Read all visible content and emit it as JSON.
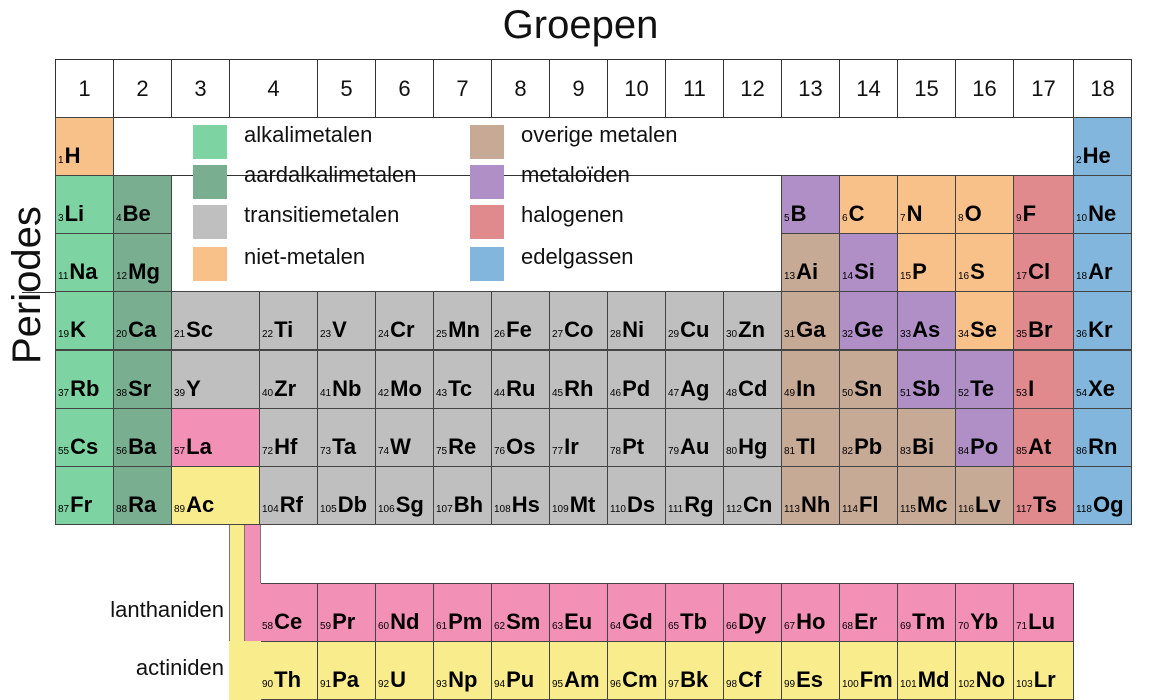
{
  "title": "Groepen",
  "ylabel": "Periodes",
  "groups": [
    "1",
    "2",
    "3",
    "4",
    "5",
    "6",
    "7",
    "8",
    "9",
    "10",
    "11",
    "12",
    "13",
    "14",
    "15",
    "16",
    "17",
    "18"
  ],
  "colors": {
    "alkali": "#7dd3a1",
    "alkaline": "#7aae91",
    "transition": "#bfbfbf",
    "nonmetal": "#f9c18a",
    "other": "#c6aa96",
    "metalloid": "#b08fc6",
    "halogen": "#e08a8e",
    "noble": "#82b6dc",
    "lanthanide": "#f390b6",
    "actinide": "#f9ec8c"
  },
  "legend": [
    {
      "key": "alkali",
      "label": "alkalimetalen"
    },
    {
      "key": "alkaline",
      "label": "aardalkalimetalen"
    },
    {
      "key": "transition",
      "label": "transitiemetalen"
    },
    {
      "key": "nonmetal",
      "label": "niet-metalen"
    },
    {
      "key": "other",
      "label": "overige metalen"
    },
    {
      "key": "metalloid",
      "label": "metaloïden"
    },
    {
      "key": "halogen",
      "label": "halogenen"
    },
    {
      "key": "noble",
      "label": "edelgassen"
    }
  ],
  "row_labels": {
    "lanthanides": "lanthaniden",
    "actinides": "actiniden"
  },
  "elements": [
    {
      "n": 1,
      "s": "H",
      "g": 1,
      "p": 1,
      "c": "nonmetal"
    },
    {
      "n": 2,
      "s": "He",
      "g": 18,
      "p": 1,
      "c": "noble"
    },
    {
      "n": 3,
      "s": "Li",
      "g": 1,
      "p": 2,
      "c": "alkali"
    },
    {
      "n": 4,
      "s": "Be",
      "g": 2,
      "p": 2,
      "c": "alkaline"
    },
    {
      "n": 5,
      "s": "B",
      "g": 13,
      "p": 2,
      "c": "metalloid"
    },
    {
      "n": 6,
      "s": "C",
      "g": 14,
      "p": 2,
      "c": "nonmetal"
    },
    {
      "n": 7,
      "s": "N",
      "g": 15,
      "p": 2,
      "c": "nonmetal"
    },
    {
      "n": 8,
      "s": "O",
      "g": 16,
      "p": 2,
      "c": "nonmetal"
    },
    {
      "n": 9,
      "s": "F",
      "g": 17,
      "p": 2,
      "c": "halogen"
    },
    {
      "n": 10,
      "s": "Ne",
      "g": 18,
      "p": 2,
      "c": "noble"
    },
    {
      "n": 11,
      "s": "Na",
      "g": 1,
      "p": 3,
      "c": "alkali"
    },
    {
      "n": 12,
      "s": "Mg",
      "g": 2,
      "p": 3,
      "c": "alkaline"
    },
    {
      "n": 13,
      "s": "Ai",
      "g": 13,
      "p": 3,
      "c": "other"
    },
    {
      "n": 14,
      "s": "Si",
      "g": 14,
      "p": 3,
      "c": "metalloid"
    },
    {
      "n": 15,
      "s": "P",
      "g": 15,
      "p": 3,
      "c": "nonmetal"
    },
    {
      "n": 16,
      "s": "S",
      "g": 16,
      "p": 3,
      "c": "nonmetal"
    },
    {
      "n": 17,
      "s": "Cl",
      "g": 17,
      "p": 3,
      "c": "halogen"
    },
    {
      "n": 18,
      "s": "Ar",
      "g": 18,
      "p": 3,
      "c": "noble"
    },
    {
      "n": 19,
      "s": "K",
      "g": 1,
      "p": 4,
      "c": "alkali"
    },
    {
      "n": 20,
      "s": "Ca",
      "g": 2,
      "p": 4,
      "c": "alkaline"
    },
    {
      "n": 21,
      "s": "Sc",
      "g": 3,
      "p": 4,
      "c": "transition"
    },
    {
      "n": 22,
      "s": "Ti",
      "g": 4,
      "p": 4,
      "c": "transition"
    },
    {
      "n": 23,
      "s": "V",
      "g": 5,
      "p": 4,
      "c": "transition"
    },
    {
      "n": 24,
      "s": "Cr",
      "g": 6,
      "p": 4,
      "c": "transition"
    },
    {
      "n": 25,
      "s": "Mn",
      "g": 7,
      "p": 4,
      "c": "transition"
    },
    {
      "n": 26,
      "s": "Fe",
      "g": 8,
      "p": 4,
      "c": "transition"
    },
    {
      "n": 27,
      "s": "Co",
      "g": 9,
      "p": 4,
      "c": "transition"
    },
    {
      "n": 28,
      "s": "Ni",
      "g": 10,
      "p": 4,
      "c": "transition"
    },
    {
      "n": 29,
      "s": "Cu",
      "g": 11,
      "p": 4,
      "c": "transition"
    },
    {
      "n": 30,
      "s": "Zn",
      "g": 12,
      "p": 4,
      "c": "transition"
    },
    {
      "n": 31,
      "s": "Ga",
      "g": 13,
      "p": 4,
      "c": "other"
    },
    {
      "n": 32,
      "s": "Ge",
      "g": 14,
      "p": 4,
      "c": "metalloid"
    },
    {
      "n": 33,
      "s": "As",
      "g": 15,
      "p": 4,
      "c": "metalloid"
    },
    {
      "n": 34,
      "s": "Se",
      "g": 16,
      "p": 4,
      "c": "nonmetal"
    },
    {
      "n": 35,
      "s": "Br",
      "g": 17,
      "p": 4,
      "c": "halogen"
    },
    {
      "n": 36,
      "s": "Kr",
      "g": 18,
      "p": 4,
      "c": "noble"
    },
    {
      "n": 37,
      "s": "Rb",
      "g": 1,
      "p": 5,
      "c": "alkali"
    },
    {
      "n": 38,
      "s": "Sr",
      "g": 2,
      "p": 5,
      "c": "alkaline"
    },
    {
      "n": 39,
      "s": "Y",
      "g": 3,
      "p": 5,
      "c": "transition"
    },
    {
      "n": 40,
      "s": "Zr",
      "g": 4,
      "p": 5,
      "c": "transition"
    },
    {
      "n": 41,
      "s": "Nb",
      "g": 5,
      "p": 5,
      "c": "transition"
    },
    {
      "n": 42,
      "s": "Mo",
      "g": 6,
      "p": 5,
      "c": "transition"
    },
    {
      "n": 43,
      "s": "Tc",
      "g": 7,
      "p": 5,
      "c": "transition"
    },
    {
      "n": 44,
      "s": "Ru",
      "g": 8,
      "p": 5,
      "c": "transition"
    },
    {
      "n": 45,
      "s": "Rh",
      "g": 9,
      "p": 5,
      "c": "transition"
    },
    {
      "n": 46,
      "s": "Pd",
      "g": 10,
      "p": 5,
      "c": "transition"
    },
    {
      "n": 47,
      "s": "Ag",
      "g": 11,
      "p": 5,
      "c": "transition"
    },
    {
      "n": 48,
      "s": "Cd",
      "g": 12,
      "p": 5,
      "c": "transition"
    },
    {
      "n": 49,
      "s": "In",
      "g": 13,
      "p": 5,
      "c": "other"
    },
    {
      "n": 50,
      "s": "Sn",
      "g": 14,
      "p": 5,
      "c": "other"
    },
    {
      "n": 51,
      "s": "Sb",
      "g": 15,
      "p": 5,
      "c": "metalloid"
    },
    {
      "n": 52,
      "s": "Te",
      "g": 16,
      "p": 5,
      "c": "metalloid"
    },
    {
      "n": 53,
      "s": "I",
      "g": 17,
      "p": 5,
      "c": "halogen"
    },
    {
      "n": 54,
      "s": "Xe",
      "g": 18,
      "p": 5,
      "c": "noble"
    },
    {
      "n": 55,
      "s": "Cs",
      "g": 1,
      "p": 6,
      "c": "alkali"
    },
    {
      "n": 56,
      "s": "Ba",
      "g": 2,
      "p": 6,
      "c": "alkaline"
    },
    {
      "n": 57,
      "s": "La",
      "g": 3,
      "p": 6,
      "c": "lanthanide"
    },
    {
      "n": 72,
      "s": "Hf",
      "g": 4,
      "p": 6,
      "c": "transition"
    },
    {
      "n": 73,
      "s": "Ta",
      "g": 5,
      "p": 6,
      "c": "transition"
    },
    {
      "n": 74,
      "s": "W",
      "g": 6,
      "p": 6,
      "c": "transition"
    },
    {
      "n": 75,
      "s": "Re",
      "g": 7,
      "p": 6,
      "c": "transition"
    },
    {
      "n": 76,
      "s": "Os",
      "g": 8,
      "p": 6,
      "c": "transition"
    },
    {
      "n": 77,
      "s": "Ir",
      "g": 9,
      "p": 6,
      "c": "transition"
    },
    {
      "n": 78,
      "s": "Pt",
      "g": 10,
      "p": 6,
      "c": "transition"
    },
    {
      "n": 79,
      "s": "Au",
      "g": 11,
      "p": 6,
      "c": "transition"
    },
    {
      "n": 80,
      "s": "Hg",
      "g": 12,
      "p": 6,
      "c": "transition"
    },
    {
      "n": 81,
      "s": "Tl",
      "g": 13,
      "p": 6,
      "c": "other"
    },
    {
      "n": 82,
      "s": "Pb",
      "g": 14,
      "p": 6,
      "c": "other"
    },
    {
      "n": 83,
      "s": "Bi",
      "g": 15,
      "p": 6,
      "c": "other"
    },
    {
      "n": 84,
      "s": "Po",
      "g": 16,
      "p": 6,
      "c": "metalloid"
    },
    {
      "n": 85,
      "s": "At",
      "g": 17,
      "p": 6,
      "c": "halogen"
    },
    {
      "n": 86,
      "s": "Rn",
      "g": 18,
      "p": 6,
      "c": "noble"
    },
    {
      "n": 87,
      "s": "Fr",
      "g": 1,
      "p": 7,
      "c": "alkali"
    },
    {
      "n": 88,
      "s": "Ra",
      "g": 2,
      "p": 7,
      "c": "alkaline"
    },
    {
      "n": 89,
      "s": "Ac",
      "g": 3,
      "p": 7,
      "c": "actinide"
    },
    {
      "n": 104,
      "s": "Rf",
      "g": 4,
      "p": 7,
      "c": "transition"
    },
    {
      "n": 105,
      "s": "Db",
      "g": 5,
      "p": 7,
      "c": "transition"
    },
    {
      "n": 106,
      "s": "Sg",
      "g": 6,
      "p": 7,
      "c": "transition"
    },
    {
      "n": 107,
      "s": "Bh",
      "g": 7,
      "p": 7,
      "c": "transition"
    },
    {
      "n": 108,
      "s": "Hs",
      "g": 8,
      "p": 7,
      "c": "transition"
    },
    {
      "n": 109,
      "s": "Mt",
      "g": 9,
      "p": 7,
      "c": "transition"
    },
    {
      "n": 110,
      "s": "Ds",
      "g": 10,
      "p": 7,
      "c": "transition"
    },
    {
      "n": 111,
      "s": "Rg",
      "g": 11,
      "p": 7,
      "c": "transition"
    },
    {
      "n": 112,
      "s": "Cn",
      "g": 12,
      "p": 7,
      "c": "transition"
    },
    {
      "n": 113,
      "s": "Nh",
      "g": 13,
      "p": 7,
      "c": "other"
    },
    {
      "n": 114,
      "s": "Fl",
      "g": 14,
      "p": 7,
      "c": "other"
    },
    {
      "n": 115,
      "s": "Mc",
      "g": 15,
      "p": 7,
      "c": "other"
    },
    {
      "n": 116,
      "s": "Lv",
      "g": 16,
      "p": 7,
      "c": "other"
    },
    {
      "n": 117,
      "s": "Ts",
      "g": 17,
      "p": 7,
      "c": "halogen"
    },
    {
      "n": 118,
      "s": "Og",
      "g": 18,
      "p": 7,
      "c": "noble"
    },
    {
      "n": 58,
      "s": "Ce",
      "g": 4,
      "p": 9,
      "c": "lanthanide"
    },
    {
      "n": 59,
      "s": "Pr",
      "g": 5,
      "p": 9,
      "c": "lanthanide"
    },
    {
      "n": 60,
      "s": "Nd",
      "g": 6,
      "p": 9,
      "c": "lanthanide"
    },
    {
      "n": 61,
      "s": "Pm",
      "g": 7,
      "p": 9,
      "c": "lanthanide"
    },
    {
      "n": 62,
      "s": "Sm",
      "g": 8,
      "p": 9,
      "c": "lanthanide"
    },
    {
      "n": 63,
      "s": "Eu",
      "g": 9,
      "p": 9,
      "c": "lanthanide"
    },
    {
      "n": 64,
      "s": "Gd",
      "g": 10,
      "p": 9,
      "c": "lanthanide"
    },
    {
      "n": 65,
      "s": "Tb",
      "g": 11,
      "p": 9,
      "c": "lanthanide"
    },
    {
      "n": 66,
      "s": "Dy",
      "g": 12,
      "p": 9,
      "c": "lanthanide"
    },
    {
      "n": 67,
      "s": "Ho",
      "g": 13,
      "p": 9,
      "c": "lanthanide"
    },
    {
      "n": 68,
      "s": "Er",
      "g": 14,
      "p": 9,
      "c": "lanthanide"
    },
    {
      "n": 69,
      "s": "Tm",
      "g": 15,
      "p": 9,
      "c": "lanthanide"
    },
    {
      "n": 70,
      "s": "Yb",
      "g": 16,
      "p": 9,
      "c": "lanthanide"
    },
    {
      "n": 71,
      "s": "Lu",
      "g": 17,
      "p": 9,
      "c": "lanthanide"
    },
    {
      "n": 90,
      "s": "Th",
      "g": 4,
      "p": 10,
      "c": "actinide"
    },
    {
      "n": 91,
      "s": "Pa",
      "g": 5,
      "p": 10,
      "c": "actinide"
    },
    {
      "n": 92,
      "s": "U",
      "g": 6,
      "p": 10,
      "c": "actinide"
    },
    {
      "n": 93,
      "s": "Np",
      "g": 7,
      "p": 10,
      "c": "actinide"
    },
    {
      "n": 94,
      "s": "Pu",
      "g": 8,
      "p": 10,
      "c": "actinide"
    },
    {
      "n": 95,
      "s": "Am",
      "g": 9,
      "p": 10,
      "c": "actinide"
    },
    {
      "n": 96,
      "s": "Cm",
      "g": 10,
      "p": 10,
      "c": "actinide"
    },
    {
      "n": 97,
      "s": "Bk",
      "g": 11,
      "p": 10,
      "c": "actinide"
    },
    {
      "n": 98,
      "s": "Cf",
      "g": 12,
      "p": 10,
      "c": "actinide"
    },
    {
      "n": 99,
      "s": "Es",
      "g": 13,
      "p": 10,
      "c": "actinide"
    },
    {
      "n": 100,
      "s": "Fm",
      "g": 14,
      "p": 10,
      "c": "actinide"
    },
    {
      "n": 101,
      "s": "Md",
      "g": 15,
      "p": 10,
      "c": "actinide"
    },
    {
      "n": 102,
      "s": "No",
      "g": 16,
      "p": 10,
      "c": "actinide"
    },
    {
      "n": 103,
      "s": "Lr",
      "g": 17,
      "p": 10,
      "c": "actinide"
    }
  ]
}
